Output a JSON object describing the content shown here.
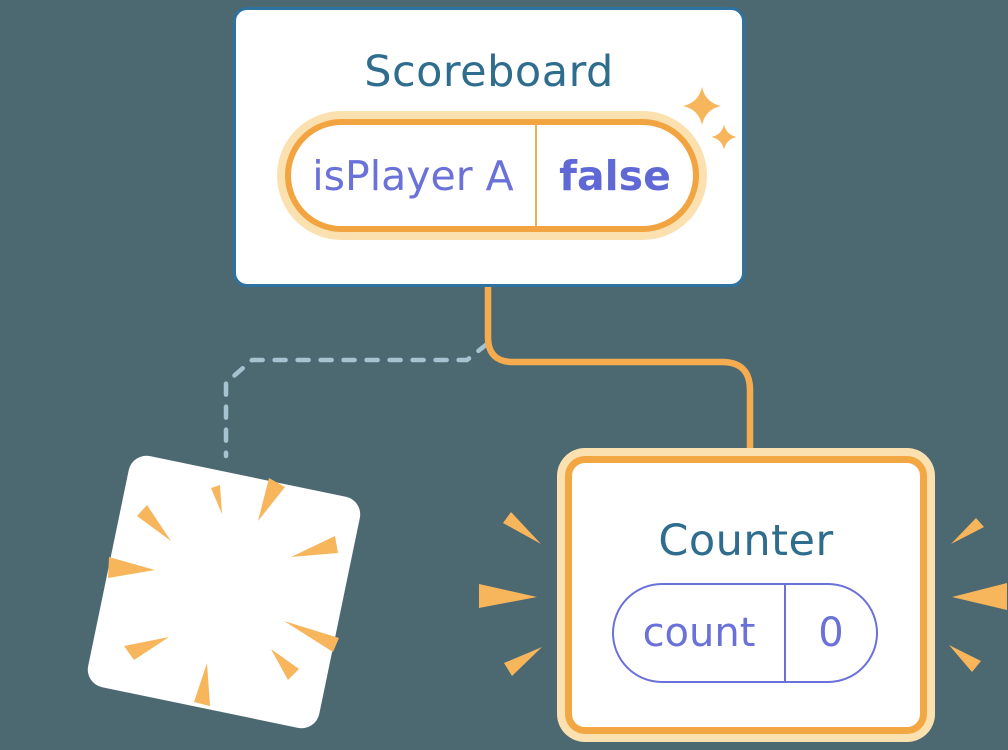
{
  "diagram": {
    "description": "React component-tree state diagram: Scoreboard keeps state while a removed child is destroyed and a new Counter is created",
    "scoreboard_card": {
      "title": "Scoreboard",
      "state_pill": {
        "key": "isPlayer A",
        "value": "false"
      }
    },
    "counter_card": {
      "title": "Counter",
      "state_pill": {
        "key": "count",
        "value": "0"
      }
    },
    "destroyed_card": {
      "icon": "burst-icon"
    },
    "icons": {
      "sparkle": "sparkle-icon",
      "burst": "burst-icon",
      "spark": "spark-icon"
    },
    "colors": {
      "background": "#4C6971",
      "card_border_blue": "#2E72A0",
      "title_teal": "#2F6D8E",
      "accent_orange": "#F2A743",
      "orange_glow": "#FBE0B0",
      "connector_orange": "#F6AB4F",
      "spark_orange": "#F7B55C",
      "state_purple": "#6A71D8",
      "dashed_blue": "#A6C3D2",
      "card_white": "#FFFFFF"
    }
  }
}
